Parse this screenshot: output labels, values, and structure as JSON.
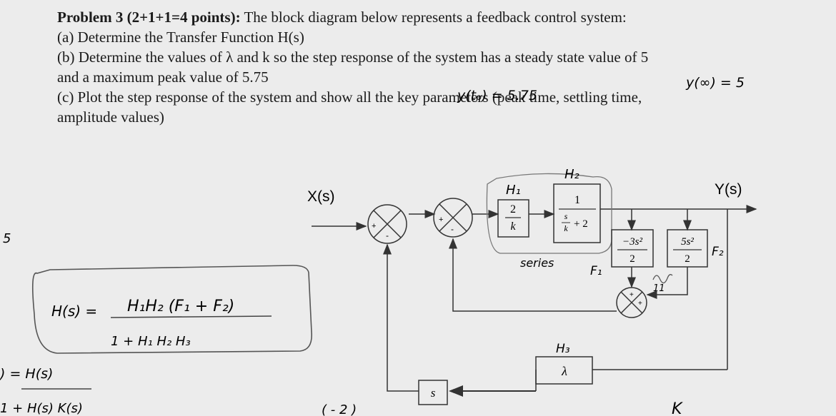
{
  "problem": {
    "title": "Problem 3 (2+1+1=4 points):",
    "intro": " The block diagram below represents a feedback control system:",
    "part_a": "(a) Determine the Transfer Function H(s)",
    "part_b": "(b) Determine the values of λ and k so the step response of the system has a steady state value of 5",
    "part_b2": "and a maximum peak value of 5.75",
    "part_c": "(c) Plot the step response of the system and show all the key parameters (peak time, settling time,",
    "part_c2": "amplitude values)"
  },
  "diagram": {
    "input_label": "X(s)",
    "output_label": "Y(s)",
    "block_h1": {
      "num": "2",
      "den": "k"
    },
    "block_h2": {
      "num": "1",
      "den_s": "s",
      "den_k": "k",
      "den_plus": "+ 2"
    },
    "block_f1": {
      "num": "−3s²",
      "den": "2"
    },
    "block_f2": {
      "num": "5s²",
      "den": "2"
    },
    "block_lambda": "λ",
    "block_s": "s",
    "sign_plus": "+",
    "sign_minus": "-"
  },
  "annotations": {
    "h1": "H₁",
    "h2": "H₂",
    "h3": "H₃",
    "f1": "F₁",
    "f2": "F₂",
    "series": "series",
    "ytp": "y(tₚ) = 5.75",
    "yinf": "y(∞) = 5",
    "hs_lhs": "H(s) =",
    "hs_num": "H₁H₂ (F₁ + F₂)",
    "hs_den": "1 + H₁ H₂ H₃",
    "closed_lhs": ") = H(s)",
    "closed_den": "1 + H(s) K(s)",
    "margin_5": "5",
    "bottom_k": "K",
    "bottom_paren": "( - 2 )",
    "eleven": "11"
  }
}
